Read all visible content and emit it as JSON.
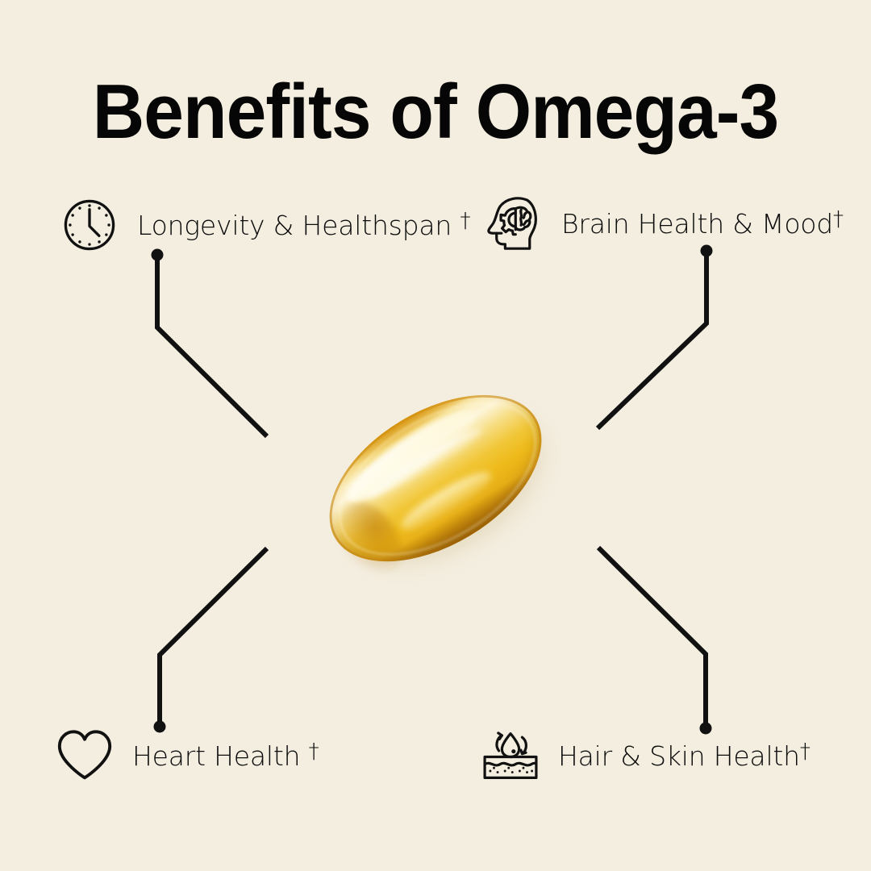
{
  "page": {
    "title": "Benefits of Omega-3",
    "background_color": "#F4EEE0",
    "ink_color": "#0C0C0C"
  },
  "product": {
    "name": "omega-3-softgel-capsule",
    "shape": "oval softgel",
    "fill_color": "#EFC03A",
    "rim_color": "#B87A03",
    "highlight_color": "#FDF6DC"
  },
  "benefits": [
    {
      "id": "longevity",
      "icon": "clock-icon",
      "label": "Longevity & Healthspan",
      "footnote_marker": "†",
      "position": "top-left"
    },
    {
      "id": "brain",
      "icon": "brain-head-icon",
      "label": "Brain Health & Mood",
      "footnote_marker": "†",
      "position": "top-right"
    },
    {
      "id": "heart",
      "icon": "heart-icon",
      "label": "Heart Health",
      "footnote_marker": "†",
      "position": "bottom-left"
    },
    {
      "id": "skin",
      "icon": "skin-hydration-icon",
      "label": "Hair & Skin Health",
      "footnote_marker": "†",
      "position": "bottom-right"
    }
  ]
}
